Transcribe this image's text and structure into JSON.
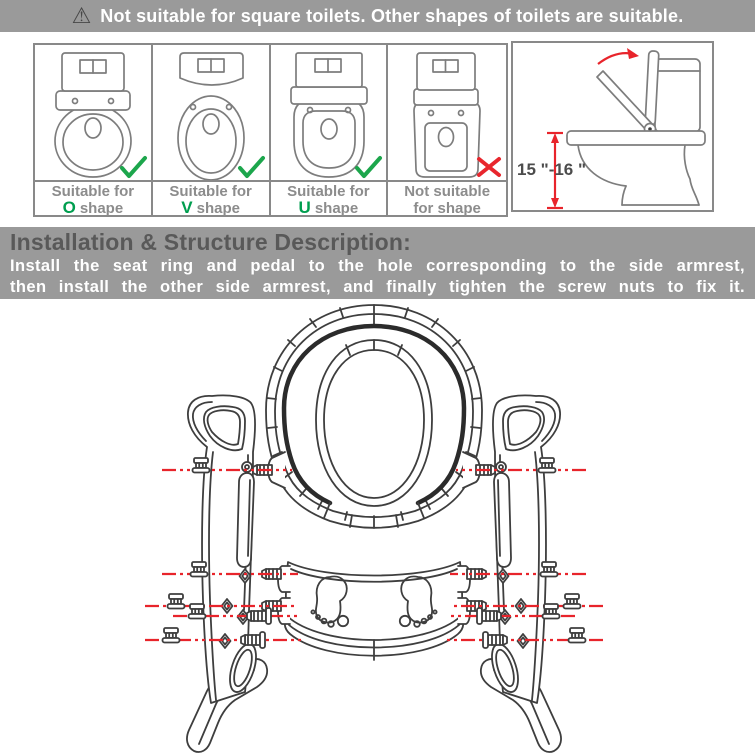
{
  "top_banner": {
    "icon": "warning-triangle",
    "text": "Not suitable for square toilets. Other shapes of toilets are suitable."
  },
  "shape_panels": [
    {
      "label_top": "Suitable for",
      "shape_letter": "O",
      "label_rest": "shape",
      "mark": "check"
    },
    {
      "label_top": "Suitable for",
      "shape_letter": "V",
      "label_rest": "shape",
      "mark": "check"
    },
    {
      "label_top": "Suitable for",
      "shape_letter": "U",
      "label_rest": "shape",
      "mark": "check"
    },
    {
      "label_top": "Not suitable",
      "shape_letter": "",
      "label_rest": "for shape",
      "mark": "cross"
    }
  ],
  "height_panel": {
    "measurement": "15 \"-16 \""
  },
  "installation": {
    "title": "Installation & Structure Description:",
    "body_line1": "Install the seat ring and pedal to the hole corresponding to the side armrest,",
    "body_line2": "then install the other side armrest, and finally tighten the screw nuts to fix it."
  },
  "colors": {
    "banner_bg": "#9a9a9a",
    "banner_text": "#ffffff",
    "title_text": "#595959",
    "label_gray": "#8c8c8c",
    "suitable_green": "#009e4f",
    "check_green": "#1ca64c",
    "cross_red": "#e8262d",
    "measure_red": "#e8242b",
    "panel_line_art": "#7d7d7d",
    "diagram_line_art": "#3e3e3e"
  }
}
